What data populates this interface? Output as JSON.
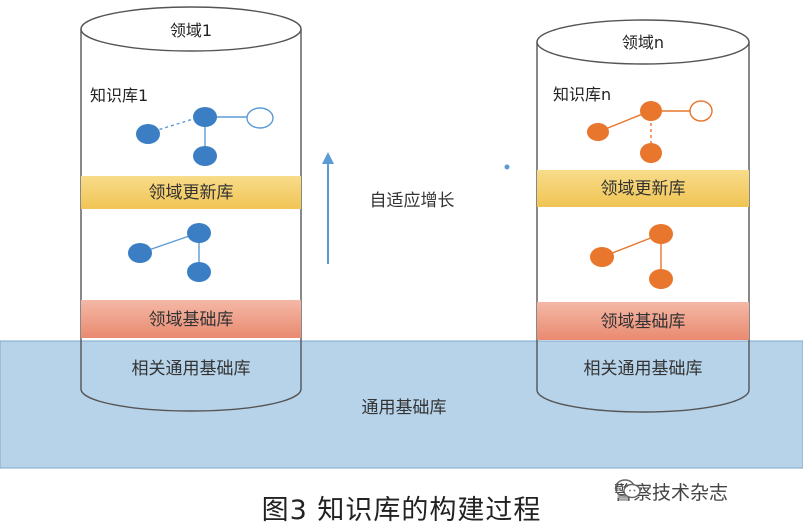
{
  "diagram": {
    "cylinders": [
      {
        "domain_label": "领域1",
        "knowledge_label": "知识库1",
        "update_label": "领域更新库",
        "base_label": "领域基础库",
        "shared_label": "相关通用基础库"
      },
      {
        "domain_label": "领域n",
        "knowledge_label": "知识库n",
        "update_label": "领域更新库",
        "base_label": "领域基础库",
        "shared_label": "相关通用基础库"
      }
    ],
    "growth_label": "自适应增长",
    "common_base_label": "通用基础库"
  },
  "caption": "图3  知识库的构建过程",
  "watermark": "警察技术杂志",
  "colors": {
    "band_blue": "#b7d3ea",
    "update_bar": "#f5cf6a",
    "base_bar": "#ef9e88",
    "node_blue": "#3c7ec4",
    "node_orange": "#e8762d",
    "edge_blue": "#5b9bd5",
    "edge_orange": "#e8762d"
  }
}
